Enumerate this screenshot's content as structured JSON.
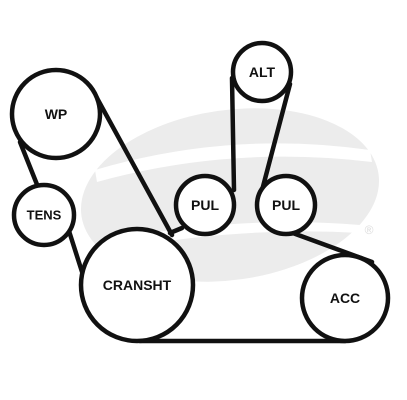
{
  "pulleys": {
    "wp": {
      "label": "WP"
    },
    "alt": {
      "label": "ALT"
    },
    "pul_left": {
      "label": "PUL"
    },
    "pul_right": {
      "label": "PUL"
    },
    "tens": {
      "label": "TENS"
    },
    "cransht": {
      "label": "CRANSHT"
    },
    "acc": {
      "label": "ACC"
    }
  },
  "watermark": {
    "registered_mark": "®"
  },
  "colors": {
    "line": "#111111",
    "watermark": "#ececec",
    "background": "#ffffff"
  }
}
